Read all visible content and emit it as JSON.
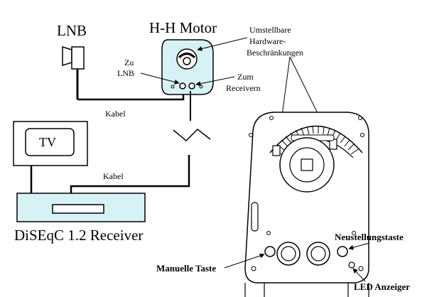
{
  "labels": {
    "lnb": "LNB",
    "motor_title": "H-H Motor",
    "zu": "Zu",
    "lnb_small": "LNB",
    "zum": "Zum",
    "receivern": "Receivern",
    "limits_line1": "Umstellbare",
    "limits_line2": "Hardware-",
    "limits_line3": "Beschränkungen",
    "cable_top": "Kabel",
    "cable_bottom": "Kabel",
    "tv": "TV",
    "receiver": "DiSEqC 1.2 Receiver",
    "manual_button": "Manuelle Taste",
    "reset_button": "Neustellungstaste",
    "led": "LED Anzeiger"
  },
  "colors": {
    "receiver_fill": "#d7f2f4",
    "motor_fill": "#d7f2f4",
    "stroke": "#000000"
  }
}
